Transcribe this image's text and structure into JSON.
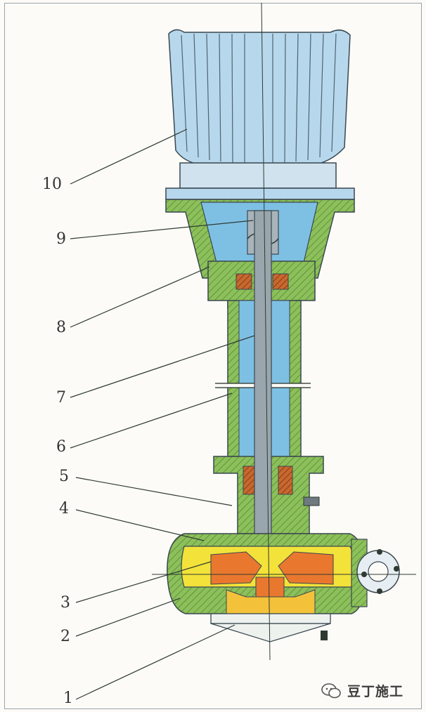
{
  "labels": [
    "1",
    "2",
    "3",
    "4",
    "5",
    "6",
    "7",
    "8",
    "9",
    "10"
  ],
  "watermark": {
    "text": "豆丁施工",
    "icon": "wechat-icon"
  },
  "colors": {
    "casing_green": "#8cc05a",
    "water_blue": "#7ec0e4",
    "motor_blue": "#b7d7ec",
    "shaft_gray": "#9aa6ad",
    "impeller_orange": "#e9782e",
    "chamber_yellow": "#f3e23a",
    "bearing_brown": "#c8682e",
    "line": "#2f3a33"
  }
}
